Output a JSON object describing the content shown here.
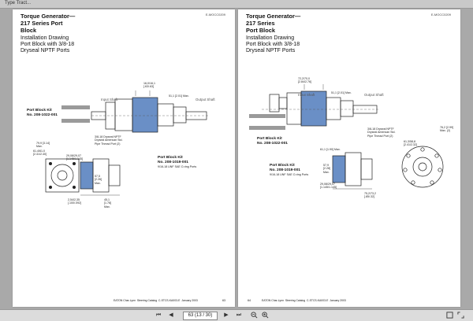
{
  "window": {
    "tab_title": "Type Tract..."
  },
  "left_page": {
    "doc_code": "E-MOCC0209",
    "title": "Torque Generator—\n217 Series Port\nBlock",
    "subtitle": "Installation Drawing\nPort Block with 3/8-18\nDryseal NPTF Ports",
    "kit_label_1": "Port Block Kit\nNo. 208-1022-001",
    "kit_label_2": "Port Block Kit\nNo. 208-1019-001",
    "kit_note_2": "9/16-18 UNF SAE O-ring Ports",
    "port_note": "3/8-18 Dryseal NPTF\nDryseal American Std.\nPipe Thread Port (2)",
    "input_shaft": "Input Shaft",
    "output_shaft": "Output Shaft",
    "dim_top": "16,0/16,1\n[.63/.63]",
    "dim_top2": "51,1 [2.01] Max.",
    "dim_a": "79,9 [3.14]\nMax.",
    "dim_b": "61,4/61,0\n[2.41/2.40]",
    "dim_c": "29,08/29,07\n[1.145/1.145]",
    "dim_d": "57,5\n[2.26]\nMax.",
    "dim_e": "2,54/2,35\n[.100/.092]",
    "dim_f": "45,1\n[1.78]\nMax.",
    "footer": "EATON Char-Lynn  Steering Catalog  C-STCS-KA003-E  January 2003",
    "page_number": "63"
  },
  "right_page": {
    "doc_code": "E-MOCC0209",
    "title": "Torque Generator—\n217 Series\nPort Block",
    "subtitle": "Installation Drawing\nPort Block with 3/8-18\nDryseal NPTF Ports",
    "kit_label_1": "Port Block Kit\nNo. 208-1022-001",
    "kit_label_2": "Port Block Kit\nNo. 208-1019-001",
    "kit_note_2": "9/16-18 UNF SAE O-ring Ports",
    "port_note": "3/8-18 Dryseal NPTF\nDryseal American Std.\nPipe Thread Port (2)",
    "input_shaft": "Input Shaft",
    "output_shaft": "Output Shaft",
    "dim_top": "72,2/70,0\n[2.84/2.76]",
    "dim_top2": "51,1 [2.01] Max.",
    "dim_a": "76,2 [2.99]\nMax. (2)",
    "dim_b": "61,1 [1.90] Max.",
    "dim_c": "61,3/58,8\n[2.41/2.32]",
    "dim_d": "29,08/29,07\n[1.145/1.145]",
    "dim_e": "57,9\n[2.28]\nMax.",
    "dim_f": "75,2/73,2\n[.85/.32]",
    "footer": "EATON Char-Lynn  Steering Catalog  C-STCS-KA003-E  January 2003",
    "page_number": "64"
  },
  "toolbar": {
    "page_field": "63 (13 / 30)",
    "first": "⏮",
    "prev": "◀",
    "next": "▶",
    "last": "⏭"
  },
  "colors": {
    "blue": "#6a8fc6",
    "arrow": "#9a9a9a"
  }
}
